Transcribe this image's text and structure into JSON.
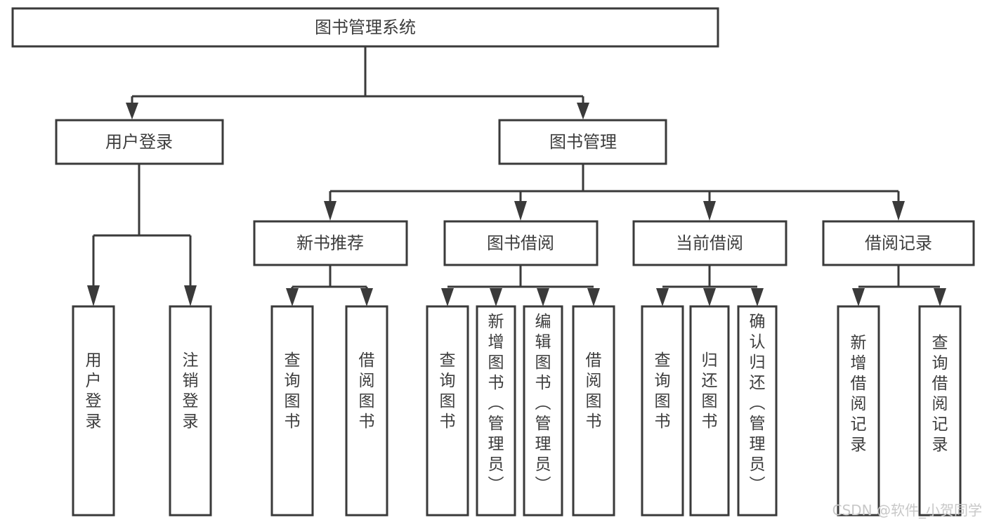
{
  "diagram": {
    "title": "图书管理系统",
    "type": "tree-hierarchy-chart",
    "background_color": "#ffffff",
    "box_stroke_color": "#3a3a3a",
    "text_color": "#3d3d3d",
    "connector_color": "#3a3a3a",
    "watermark": "CSDN @软件_小贺同学"
  },
  "nodes": {
    "root": {
      "label": "图书管理系统"
    },
    "level2": [
      {
        "label": "用户登录"
      },
      {
        "label": "图书管理"
      }
    ],
    "level3": [
      {
        "label": "新书推荐"
      },
      {
        "label": "图书借阅"
      },
      {
        "label": "当前借阅"
      },
      {
        "label": "借阅记录"
      }
    ],
    "leaves": {
      "user_login": [
        {
          "label": "用户登录"
        },
        {
          "label": "注销登录"
        }
      ],
      "new_book_recommend": [
        {
          "label": "查询图书"
        },
        {
          "label": "借阅图书"
        }
      ],
      "book_borrow": [
        {
          "label": "查询图书"
        },
        {
          "label": "新增图书（管理员）"
        },
        {
          "label": "编辑图书（管理员）"
        },
        {
          "label": "借阅图书"
        }
      ],
      "current_borrow": [
        {
          "label": "查询图书"
        },
        {
          "label": "归还图书"
        },
        {
          "label": "确认归还（管理员）"
        }
      ],
      "borrow_record": [
        {
          "label": "新增借阅记录"
        },
        {
          "label": "查询借阅记录"
        }
      ]
    }
  }
}
